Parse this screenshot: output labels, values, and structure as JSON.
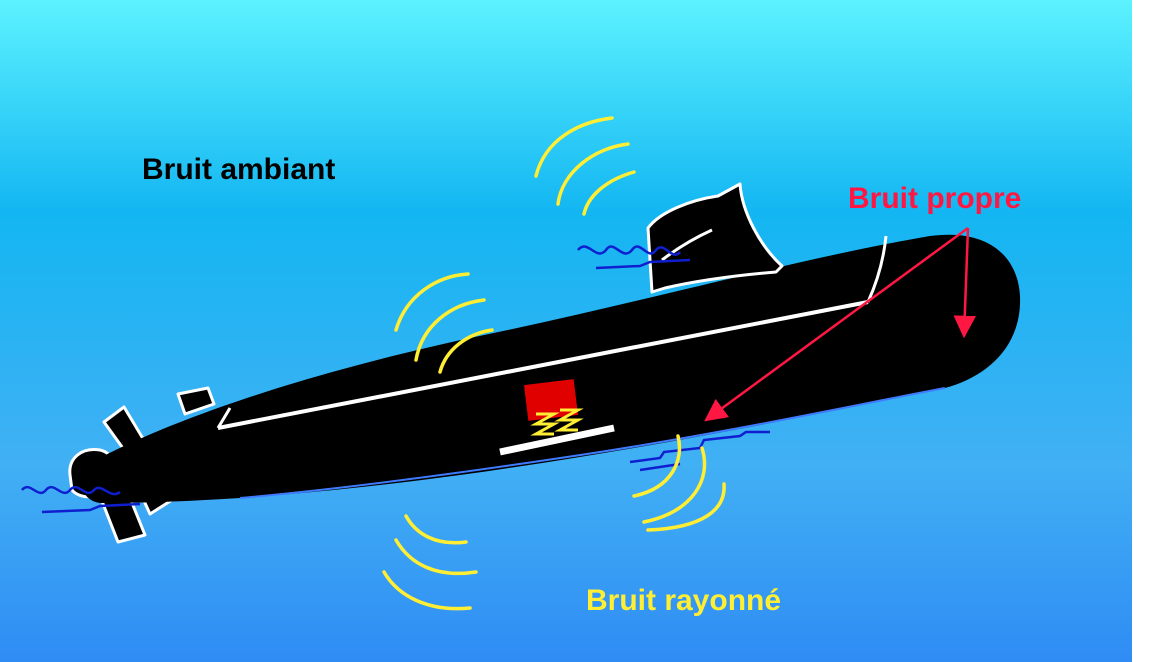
{
  "labels": {
    "ambient_noise": "Bruit ambiant",
    "own_noise": "Bruit propre",
    "radiated_noise": "Bruit rayonné"
  },
  "colors": {
    "water_top": "#5cf2ff",
    "water_mid": "#13b6f2",
    "water_bottom": "#2f8cf4",
    "hull": "#000000",
    "outline": "#ffffff",
    "ambient_text": "#000000",
    "own_noise": "#ff1744",
    "radiated": "#ffee33",
    "flow_noise": "#0f1fcf",
    "machinery": "#e00000"
  }
}
